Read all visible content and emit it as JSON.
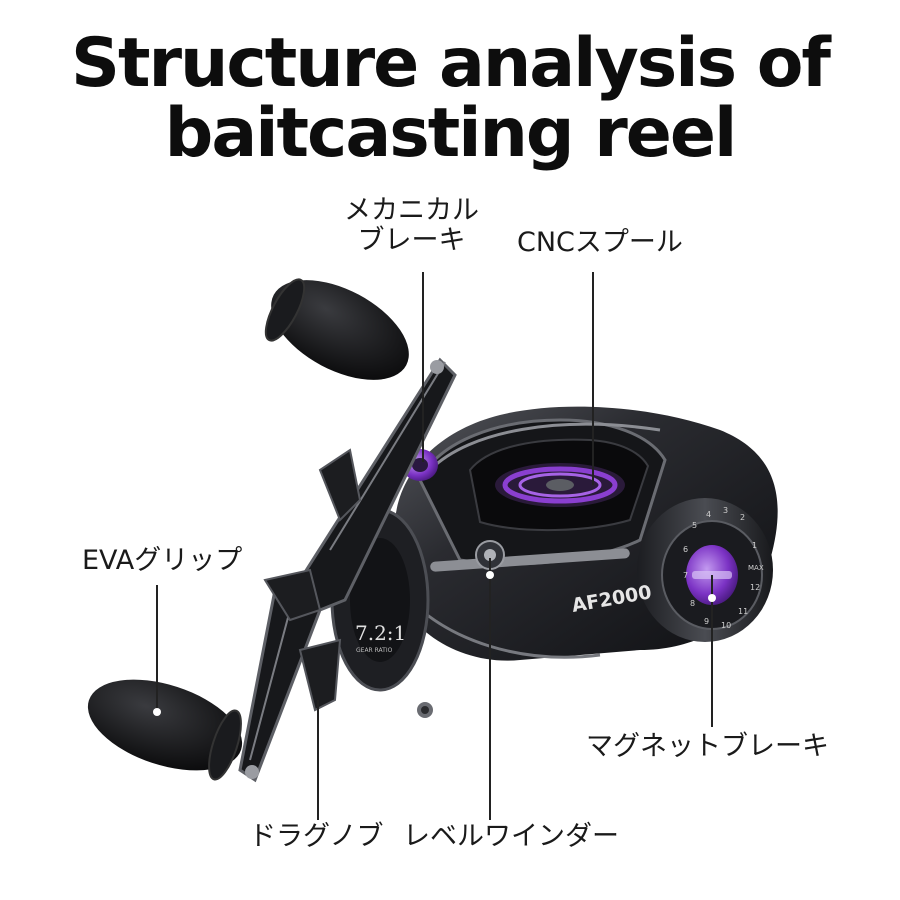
{
  "title": {
    "line1": "Structure analysis of",
    "line2": "baitcasting reel"
  },
  "labels": {
    "mechanical_brake_line1": "メカニカル",
    "mechanical_brake_line2": "ブレーキ",
    "cnc_spool": "CNCスプール",
    "eva_grip": "EVAグリップ",
    "magnet_brake": "マグネットブレーキ",
    "drag_knob": "ドラグノブ",
    "level_winder": "レベルワインダー"
  },
  "reel": {
    "model": "AF2000",
    "gear_ratio": "7.2:1",
    "gear_ratio_caption": "GEAR RATIO",
    "dial_numbers": [
      "1",
      "2",
      "3",
      "4",
      "5",
      "6",
      "7",
      "8",
      "9",
      "10",
      "11",
      "12"
    ],
    "dial_caption": "MAX"
  },
  "colors": {
    "body": "#1b1c1f",
    "metal": "#3a3c42",
    "accent_purple": "#8a3fd0",
    "callout_line": "#222222",
    "grip": "#101012"
  }
}
